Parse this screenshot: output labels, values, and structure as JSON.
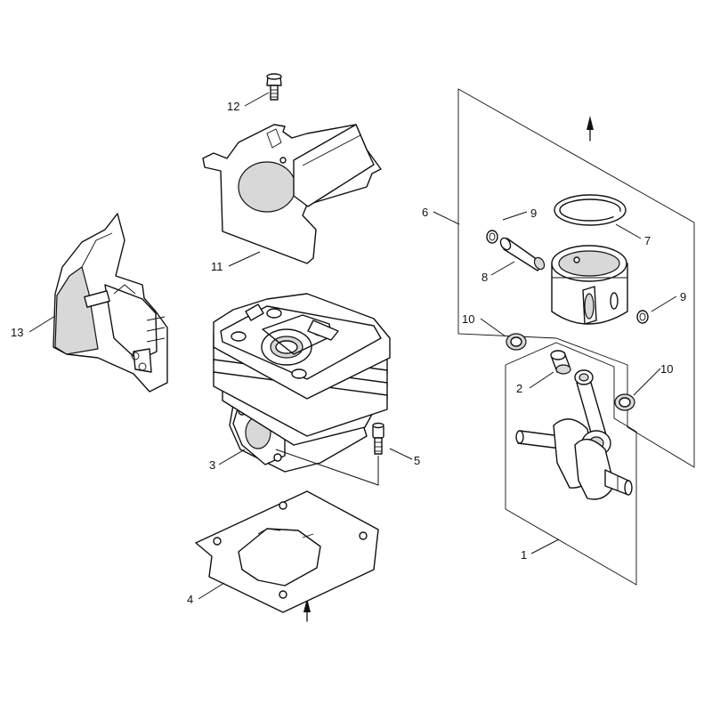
{
  "callouts": [
    {
      "id": "1",
      "label": "1"
    },
    {
      "id": "2",
      "label": "2"
    },
    {
      "id": "3",
      "label": "3"
    },
    {
      "id": "4",
      "label": "4"
    },
    {
      "id": "5",
      "label": "5"
    },
    {
      "id": "6",
      "label": "6"
    },
    {
      "id": "7",
      "label": "7"
    },
    {
      "id": "8",
      "label": "8"
    },
    {
      "id": "9a",
      "label": "9"
    },
    {
      "id": "9b",
      "label": "9"
    },
    {
      "id": "10a",
      "label": "10"
    },
    {
      "id": "10b",
      "label": "10"
    },
    {
      "id": "11",
      "label": "11"
    },
    {
      "id": "12",
      "label": "12"
    },
    {
      "id": "13",
      "label": "13"
    }
  ],
  "colors": {
    "line": "#111111",
    "background": "#ffffff",
    "shade": "#d8d8d8"
  }
}
